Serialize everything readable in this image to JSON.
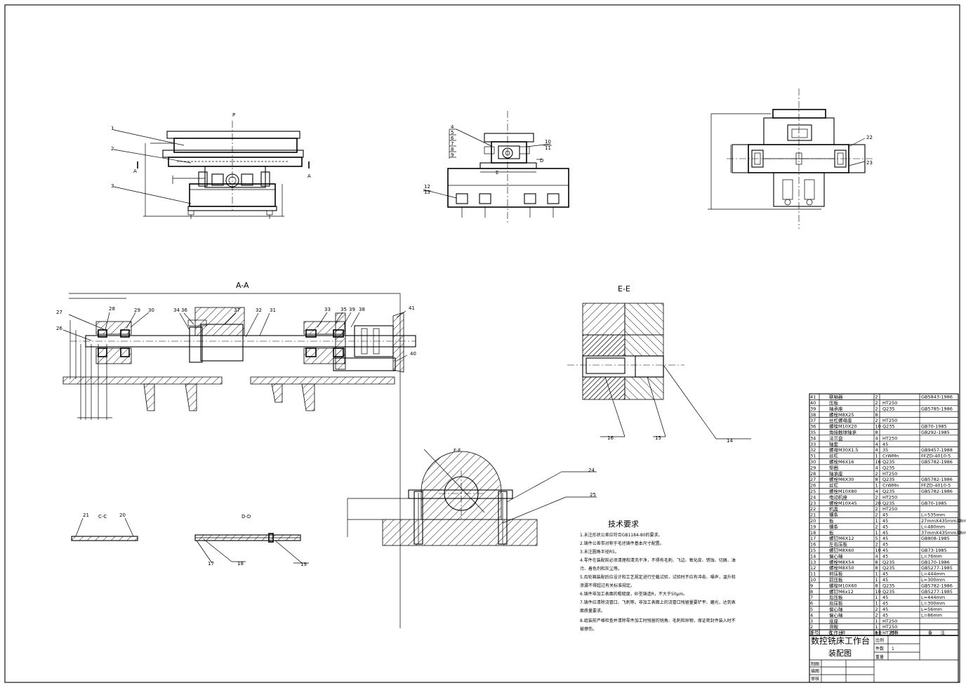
{
  "views": {
    "aa_label": "A-A",
    "ee_label": "E-E",
    "ff_label": "F-F",
    "cc_label": "C-C",
    "dd_label": "D-D",
    "p_label": "P",
    "a_left": "A",
    "a_right": "A",
    "d_label": "D",
    "e_label": "E"
  },
  "balloons": {
    "front": [
      "1",
      "2",
      "3"
    ],
    "side": [
      "4",
      "5",
      "6",
      "7",
      "8",
      "9",
      "10",
      "11",
      "12",
      "13"
    ],
    "top": [
      "22",
      "23"
    ],
    "section_aa": [
      "27",
      "28",
      "29",
      "30",
      "26",
      "34",
      "36",
      "37",
      "32",
      "31",
      "33",
      "35",
      "39",
      "38",
      "41",
      "40"
    ],
    "section_ee": [
      "16",
      "15",
      "14"
    ],
    "section_ff": [
      "24",
      "25"
    ],
    "section_cc": [
      "21",
      "20"
    ],
    "section_dd": [
      "17",
      "18",
      "19"
    ]
  },
  "tech": {
    "title": "技术要求",
    "lines": [
      "1.未注形状公差应符合GB1184-80的要求。",
      "2.铸件公差带对称于毛坯铸件基本尺寸配置。",
      "3.未注圆角半径R5。",
      "4.零件在装配前必须清理和清洗干净，不得有毛刺、飞边、氧化皮、锈蚀、切屑、油",
      "污、着色剂和灰尘等。",
      "5.齿轮箱装配后应设计和工艺规定进行空载试验，试验时不应有冲击、噪声，温升和",
      "渗漏不得超过有关标准规定。",
      "6.铸件非加工表面的粗糙度，砂型铸造R，不大于50μm。",
      "7.铸件应清除浇冒口、飞刺等。非加工表面上的浇冒口残留量要铲平、磨光，达到表",
      "面质量要求。",
      "8.组装前严格检查并清除零件加工时残留的锐角、毛刺和异物，保证密封件装入时不",
      "被擦伤。"
    ]
  },
  "bom": [
    [
      "41",
      "联轴器",
      "2",
      "",
      "GB5843-1986"
    ],
    [
      "40",
      "压板",
      "2",
      "HT250",
      ""
    ],
    [
      "39",
      "轴承座",
      "2",
      "Q235",
      "GB5785-1986"
    ],
    [
      "38",
      "螺栓M8X25",
      "8",
      "",
      ""
    ],
    [
      "37",
      "丝杠螺母座",
      "2",
      "HT250",
      ""
    ],
    [
      "36",
      "螺栓M10X20",
      "10",
      "Q235",
      "GB70-1985"
    ],
    [
      "35",
      "角接触球轴承",
      "8",
      "",
      "GB292-1985"
    ],
    [
      "34",
      "法兰盘",
      "4",
      "HT250",
      ""
    ],
    [
      "33",
      "轴套",
      "4",
      "45",
      ""
    ],
    [
      "32",
      "螺母M30X1.5",
      "4",
      "35",
      "GB9457-1988"
    ],
    [
      "31",
      "丝杠",
      "1",
      "CrWMn",
      "FFZD-4010-5"
    ],
    [
      "30",
      "螺栓M6X16",
      "16",
      "Q235",
      "GB5782-1986"
    ],
    [
      "29",
      "垫圈",
      "4",
      "Q235",
      ""
    ],
    [
      "28",
      "轴承座",
      "2",
      "HT250",
      ""
    ],
    [
      "27",
      "螺栓M6X30",
      "8",
      "Q235",
      "GB5782-1986"
    ],
    [
      "26",
      "丝杠",
      "1",
      "CrWMn",
      "FFZD-4010-5"
    ],
    [
      "25",
      "螺栓M10X80",
      "4",
      "Q235",
      "GB5782-1986"
    ],
    [
      "24",
      "电动机座",
      "2",
      "HT250",
      ""
    ],
    [
      "23",
      "螺栓M10X45",
      "20",
      "Q235",
      "GB70-1985"
    ],
    [
      "22",
      "机盖",
      "2",
      "HT250",
      ""
    ],
    [
      "21",
      "镶条",
      "2",
      "45",
      "L=535mm"
    ],
    [
      "20",
      "板",
      "1",
      "45",
      "27mmX435mmX8mm"
    ],
    [
      "19",
      "镶条",
      "2",
      "45",
      "L=480mm"
    ],
    [
      "18",
      "板",
      "1",
      "45",
      "37mmX435mmX8mm"
    ],
    [
      "17",
      "螺钉M6X12",
      "5",
      "45",
      "GB808-1985"
    ],
    [
      "16",
      "左右压板",
      "2",
      "45",
      ""
    ],
    [
      "15",
      "螺钉M8X60",
      "10",
      "45",
      "GB73-1985"
    ],
    [
      "14",
      "偏心轴",
      "4",
      "45",
      "L=76mm"
    ],
    [
      "13",
      "螺栓M8X54",
      "8",
      "Q235",
      "GB170-1986"
    ],
    [
      "12",
      "螺栓M8X50",
      "8",
      "Q235",
      "GB5277-1985"
    ],
    [
      "11",
      "前压板",
      "1",
      "45",
      "L=444mm"
    ],
    [
      "10",
      "前压板",
      "1",
      "45",
      "L=300mm"
    ],
    [
      "9",
      "螺栓M10X60",
      "8",
      "Q235",
      "GB5782-1986"
    ],
    [
      "8",
      "螺钉M6x12",
      "10",
      "Q235",
      "GB5277-1985"
    ],
    [
      "7",
      "后压板",
      "1",
      "45",
      "L=444mm"
    ],
    [
      "6",
      "后压板",
      "1",
      "45",
      "L=300mm"
    ],
    [
      "5",
      "偏心轴",
      "2",
      "45",
      "L=56mm"
    ],
    [
      "4",
      "偏心轴",
      "2",
      "45",
      "L=86mm"
    ],
    [
      "3",
      "底座",
      "1",
      "HT250",
      ""
    ],
    [
      "2",
      "滑鞍",
      "1",
      "HT250",
      ""
    ],
    [
      "1",
      "工作台",
      "1",
      "HT250",
      ""
    ]
  ],
  "bom_header": {
    "seq": "序号",
    "name": "名　　称",
    "qty": "数量",
    "material": "材料",
    "remark": "备　　注"
  },
  "title_block": {
    "title1": "数控铣床工作台",
    "title2": "装配图",
    "scale_label": "比例",
    "pieces_label": "件数",
    "pieces_value": "1",
    "weight_label": "重量",
    "drawn": "制图",
    "draft": "描图",
    "check": "审核"
  }
}
